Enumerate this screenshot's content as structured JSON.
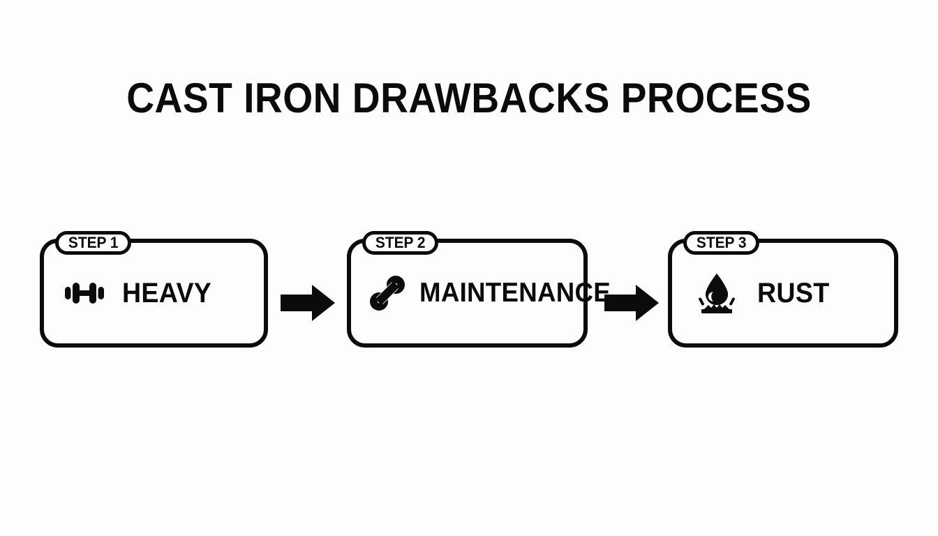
{
  "slide": {
    "title": "CAST IRON DRAWBACKS PROCESS",
    "background_color": "#fdfdfd",
    "ink_color": "#0b0b0b"
  },
  "steps": [
    {
      "badge": "STEP 1",
      "label": "HEAVY",
      "icon": "dumbbell-icon"
    },
    {
      "badge": "STEP 2",
      "label": "MAINTENANCE",
      "icon": "wrench-icon"
    },
    {
      "badge": "STEP 3",
      "label": "RUST",
      "icon": "water-droplet-splash-icon"
    }
  ],
  "connectors": [
    {
      "name": "arrow-right-1"
    },
    {
      "name": "arrow-right-2"
    }
  ]
}
